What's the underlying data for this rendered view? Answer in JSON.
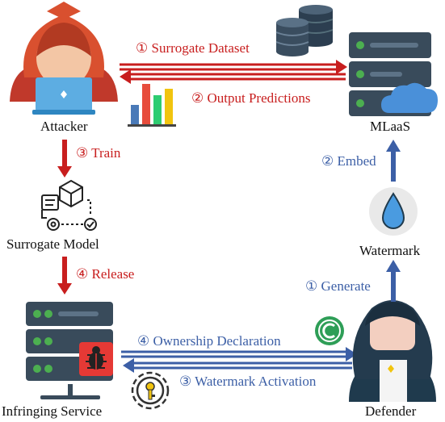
{
  "nodes": {
    "attacker": "Attacker",
    "mlaas": "MLaaS",
    "surrogate_model": "Surrogate Model",
    "watermark": "Watermark",
    "infringing_service": "Infringing Service",
    "defender": "Defender"
  },
  "attack_steps": {
    "surrogate_dataset": "① Surrogate Dataset",
    "output_predictions": "② Output Predictions",
    "train": "③ Train",
    "release": "④ Release"
  },
  "defense_steps": {
    "generate": "① Generate",
    "embed": "② Embed",
    "watermark_activation": "③ Watermark Activation",
    "ownership_declaration": "④ Ownership Declaration"
  },
  "colors": {
    "attack_red": "#c81e1e",
    "defense_blue": "#3c5fa6",
    "server_dark": "#394b5b",
    "server_mid": "#4a5f72",
    "led_green": "#4caf50",
    "cloud_blue": "#4a90d9",
    "bug_red": "#e53935",
    "watermark_drop": "#4a9be0",
    "copyright_green": "#2e9e57"
  },
  "icons": [
    "attacker-icon",
    "database-icon",
    "server-icon",
    "cloud-icon",
    "bar-chart-icon",
    "model-icon",
    "server-bug-icon",
    "key-gear-icon",
    "copyright-icon",
    "water-drop-icon",
    "defender-icon"
  ]
}
